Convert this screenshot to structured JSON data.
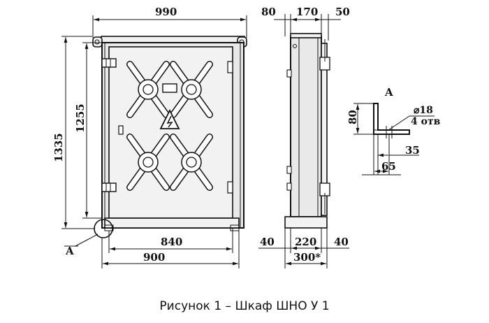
{
  "front_view": {
    "width_outer": "990",
    "width_door": "840",
    "width_base": "900",
    "height_total": "1335",
    "height_door": "1255",
    "detail_callout": "A"
  },
  "side_view": {
    "dim_left": "80",
    "dim_depth": "170",
    "dim_right": "50",
    "base_left": "40",
    "base_mid": "220",
    "base_right": "40",
    "base_total": "300*"
  },
  "detail_a": {
    "label": "A",
    "height": "80",
    "hole_dia": "⌀18",
    "hole_count": "4 отв",
    "offset_small": "35",
    "offset_large": "65"
  },
  "caption": "Рисунок 1 – Шкаф ШНО  У 1"
}
